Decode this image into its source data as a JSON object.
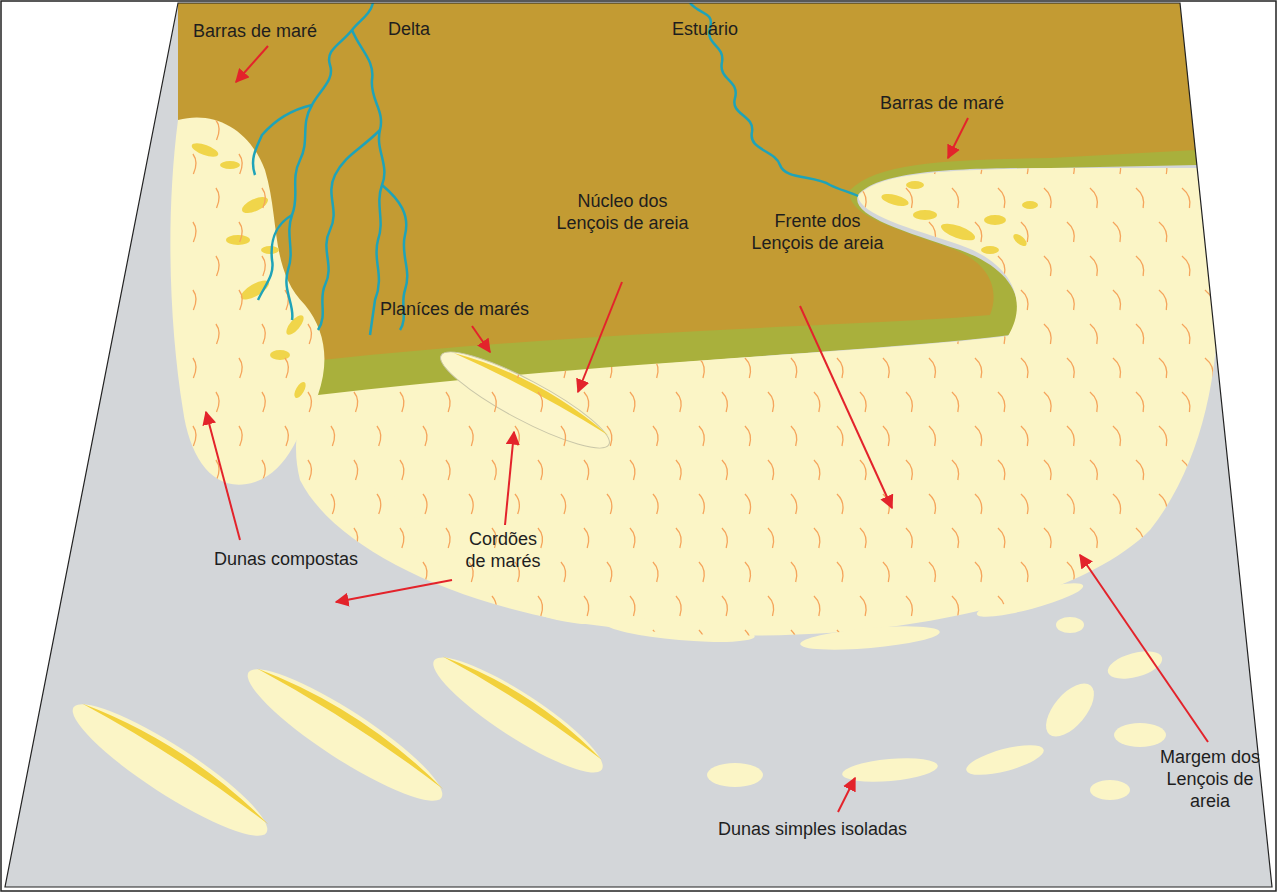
{
  "diagram": {
    "labels": [
      "Barras de maré",
      "Delta",
      "Estuário",
      "Barras de maré",
      "Núcleo dos Lençois de areia",
      "Frente dos Lençois de areia",
      "Planíces de marés",
      "Dunas compostas",
      "Cordões de marés",
      "Dunas simples isoladas",
      "Margem dos Lençois de areia"
    ]
  }
}
